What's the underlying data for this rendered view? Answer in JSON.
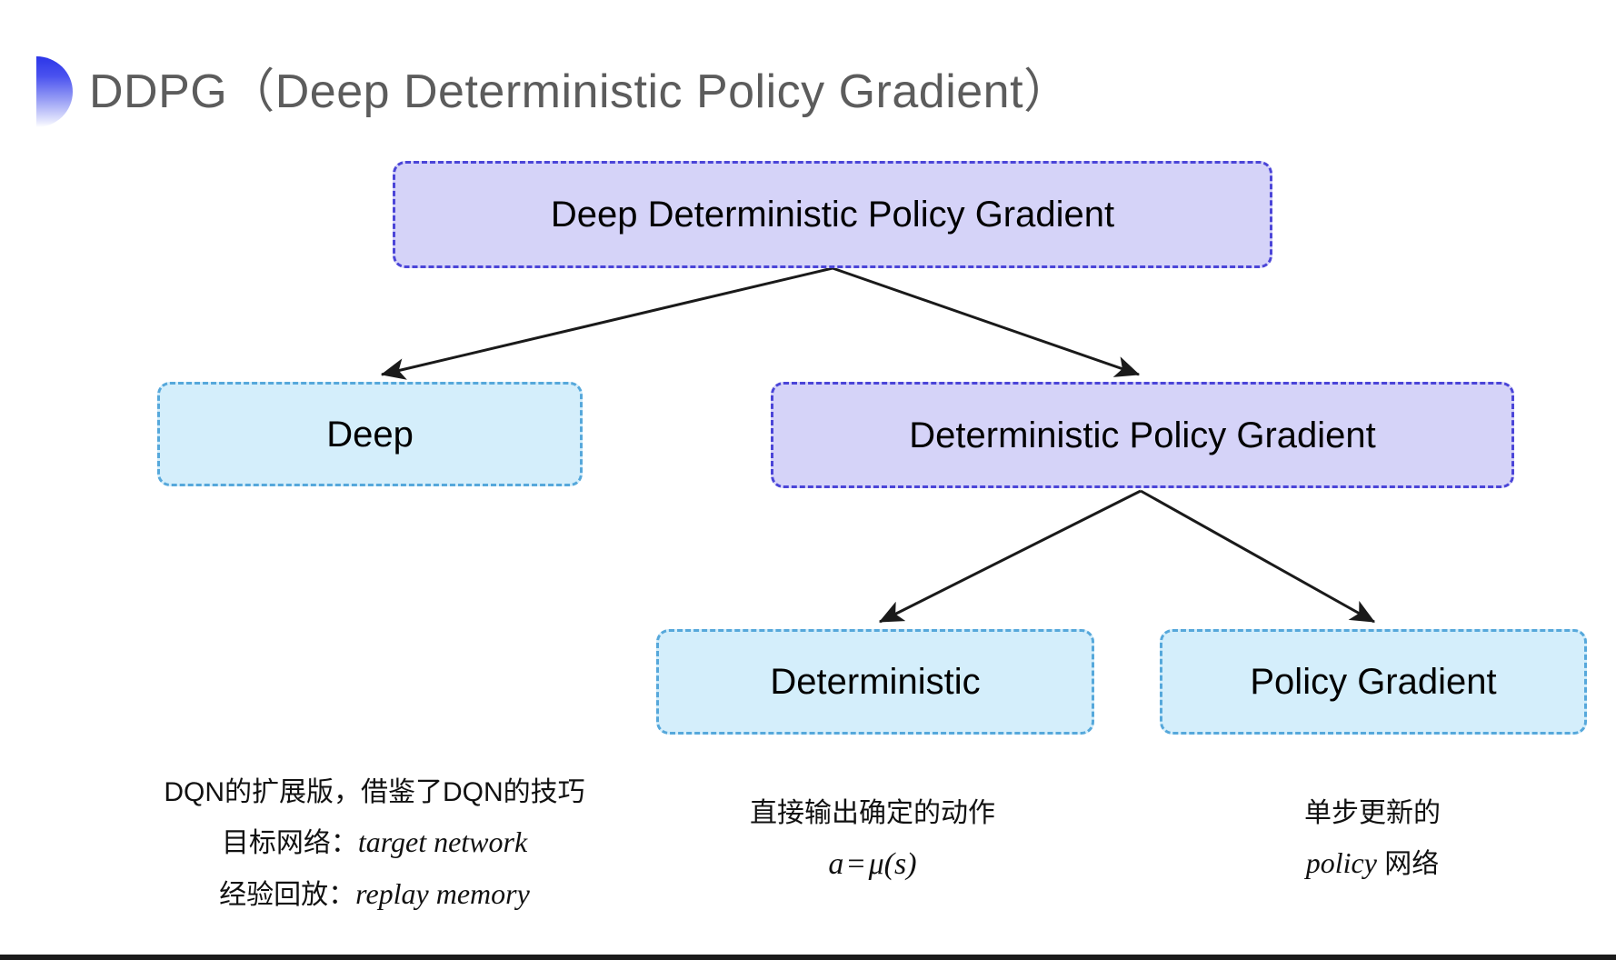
{
  "slide": {
    "title": "DDPG（Deep Deterministic Policy Gradient）",
    "background_color": "#ffffff",
    "title_color": "#5c5c5c",
    "accent_color": "#2b35e8"
  },
  "palette": {
    "purple_fill": "#d5d3f8",
    "purple_border": "#4b45d8",
    "blue_fill": "#d4eefb",
    "blue_border": "#56a8db",
    "arrow_color": "#1a1a1a"
  },
  "diagram": {
    "type": "tree",
    "nodes": [
      {
        "id": "root",
        "label": "Deep Deterministic Policy Gradient",
        "style": "purple",
        "level": 0
      },
      {
        "id": "deep",
        "label": "Deep",
        "style": "blue",
        "level": 1
      },
      {
        "id": "dpg",
        "label": "Deterministic Policy Gradient",
        "style": "purple",
        "level": 1
      },
      {
        "id": "det",
        "label": "Deterministic",
        "style": "blue",
        "level": 2
      },
      {
        "id": "pg",
        "label": "Policy Gradient",
        "style": "blue",
        "level": 2
      }
    ],
    "edges": [
      {
        "from": "root",
        "to": "deep"
      },
      {
        "from": "root",
        "to": "dpg"
      },
      {
        "from": "dpg",
        "to": "det"
      },
      {
        "from": "dpg",
        "to": "pg"
      }
    ]
  },
  "captions": {
    "deep": {
      "line1": "DQN的扩展版，借鉴了DQN的技巧",
      "line2_label": "目标网络：",
      "line2_term": "target network",
      "line3_label": "经验回放：",
      "line3_term": "replay memory"
    },
    "deterministic": {
      "line1": "直接输出确定的动作",
      "formula_lhs": "a",
      "formula_op": "=",
      "formula_rhs": "μ(s)"
    },
    "policy_gradient": {
      "line1": "单步更新的",
      "line2_term": "policy",
      "line2_suffix": " 网络"
    }
  }
}
